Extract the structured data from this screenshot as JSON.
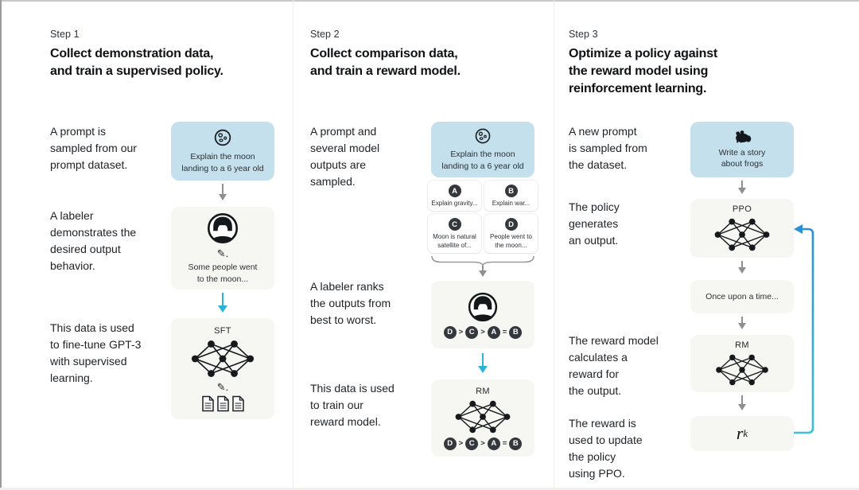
{
  "colors": {
    "prompt_box_blue": "#c3e0ec",
    "panel_gray": "#f6f6f3",
    "badge_dark": "#34383d",
    "arrow_gray": "#8f8f8f",
    "arrow_cyan": "#29b4d8",
    "loop_blue_top": "#2b8fd8",
    "loop_cyan_bottom": "#3fc0d6"
  },
  "icons": {
    "pencil": "✎."
  },
  "figure": {
    "steps": [
      {
        "label": "Step 1",
        "title": "Collect demonstration data,\nand train a supervised policy.",
        "captions": [
          "A prompt is\nsampled from our\nprompt dataset.",
          "A labeler\ndemonstrates the\ndesired output\nbehavior.",
          "This data is used\nto fine-tune GPT-3\nwith supervised\nlearning."
        ],
        "prompt_box": {
          "icon": "moon-icon",
          "text": "Explain the moon\nlanding to a 6 year old"
        },
        "labeler_box": {
          "icon": "labeler-avatar-icon",
          "text": "Some people went\nto the moon..."
        },
        "model_box": {
          "label": "SFT"
        }
      },
      {
        "label": "Step 2",
        "title": "Collect comparison data,\nand train a reward model.",
        "captions": [
          "A prompt and\nseveral model\noutputs are\nsampled.",
          "A labeler ranks\nthe outputs from\nbest to worst.",
          "This data is used\nto train our\nreward model."
        ],
        "prompt_box": {
          "icon": "moon-icon",
          "text": "Explain the moon\nlanding to a 6 year old"
        },
        "outputs": [
          {
            "letter": "A",
            "text": "Explain gravity..."
          },
          {
            "letter": "B",
            "text": "Explain war..."
          },
          {
            "letter": "C",
            "text": "Moon is natural\nsatellite of..."
          },
          {
            "letter": "D",
            "text": "People went to\nthe moon..."
          }
        ],
        "ranking": {
          "items": [
            "D",
            ">",
            "C",
            ">",
            "A",
            "=",
            "B"
          ]
        },
        "model_box": {
          "label": "RM"
        }
      },
      {
        "label": "Step 3",
        "title": "Optimize a policy against\nthe reward model using\nreinforcement learning.",
        "captions": [
          "A new prompt\nis sampled from\nthe dataset.",
          "The policy\ngenerates\nan output.",
          "The reward model\ncalculates a\nreward for\nthe output.",
          "The reward is\nused to update\nthe policy\nusing PPO."
        ],
        "prompt_box": {
          "icon": "frog-icon",
          "text": "Write a story\nabout frogs"
        },
        "policy_box": {
          "label": "PPO"
        },
        "output_box": {
          "text": "Once upon a time..."
        },
        "model_box": {
          "label": "RM"
        },
        "reward_box": {
          "symbol": "r",
          "subscript": "k"
        }
      }
    ]
  }
}
